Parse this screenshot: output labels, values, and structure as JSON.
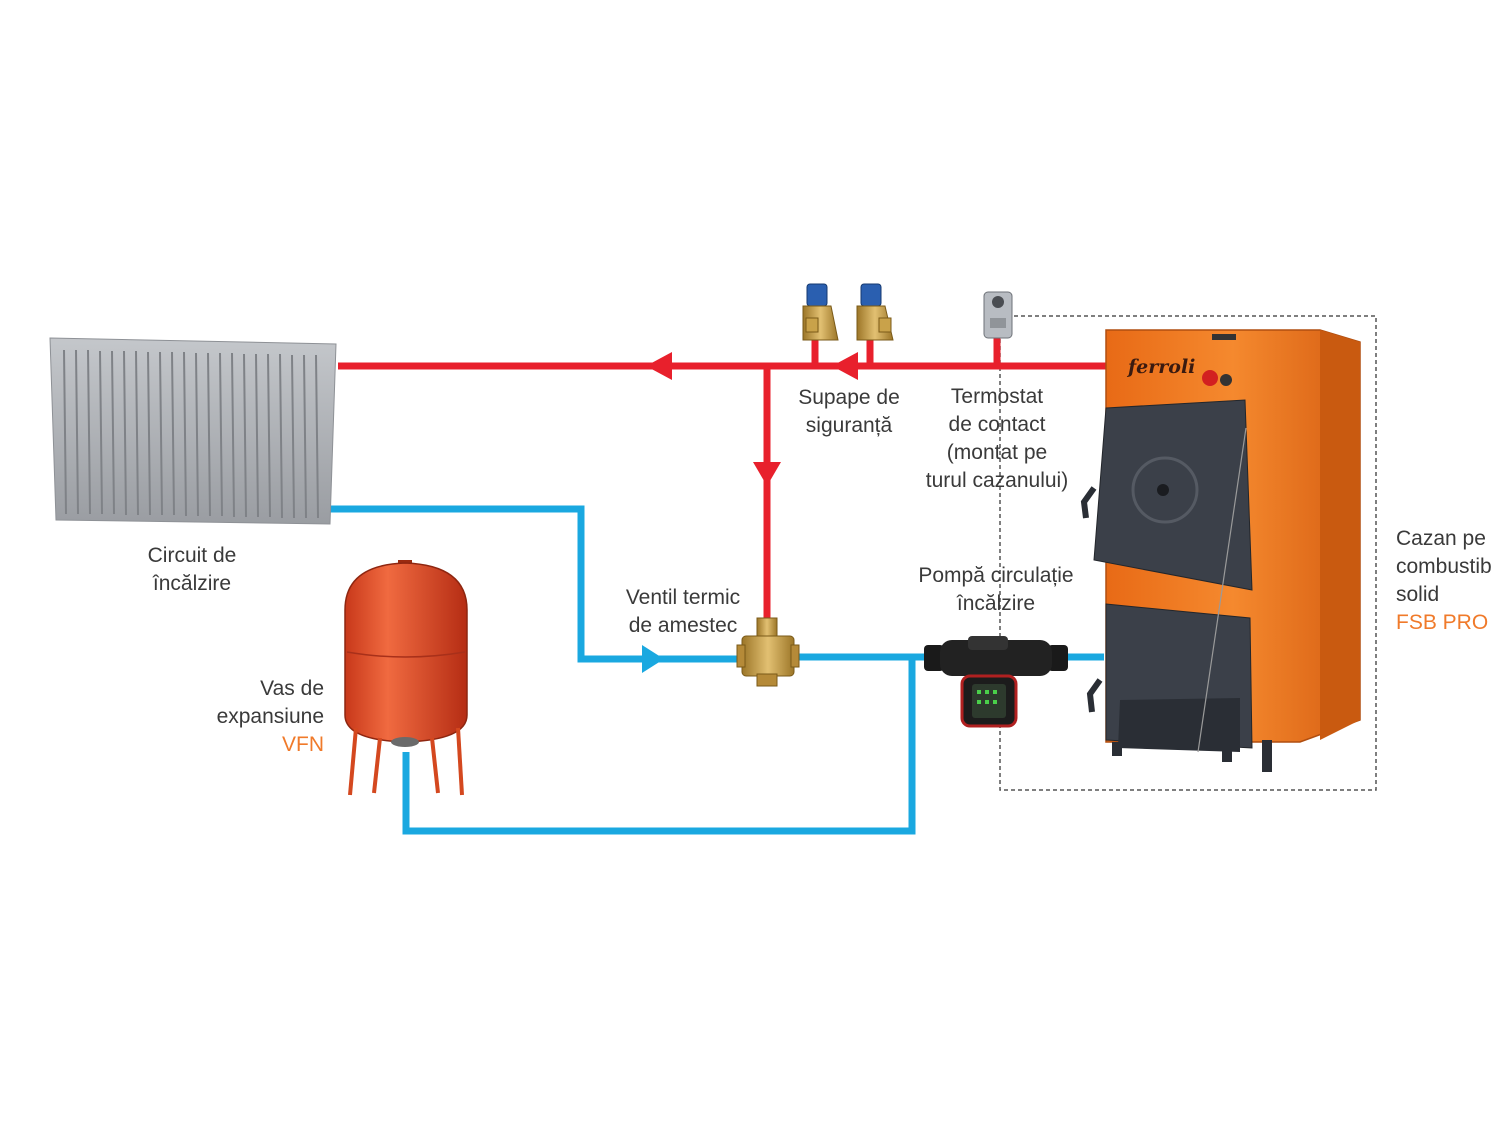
{
  "labels": {
    "heating_circuit": "Circuit de\nîncălzire",
    "expansion_vessel": "Vas de\nexpansiune",
    "expansion_vessel_model": "VFN",
    "mixing_valve": "Ventil termic\nde amestec",
    "safety_valves": "Supape de\nsiguranță",
    "thermostat": "Termostat\nde contact\n(montat pe\nturul cazanului)",
    "pump": "Pompă circulație\nîncălzire",
    "boiler": "Cazan pe\ncombustib\nsolid",
    "boiler_model": "FSB PRO",
    "brand_logo": "ferroli"
  },
  "colors": {
    "supply_pipe": "#e8202c",
    "return_pipe": "#1aa8e0",
    "boiler_body": "#f07a22",
    "boiler_panel": "#3b4049",
    "vessel": "#e4502c",
    "radiator": "#a8abb0",
    "brass": "#c9a24a",
    "accent_text": "#f07a2a"
  }
}
